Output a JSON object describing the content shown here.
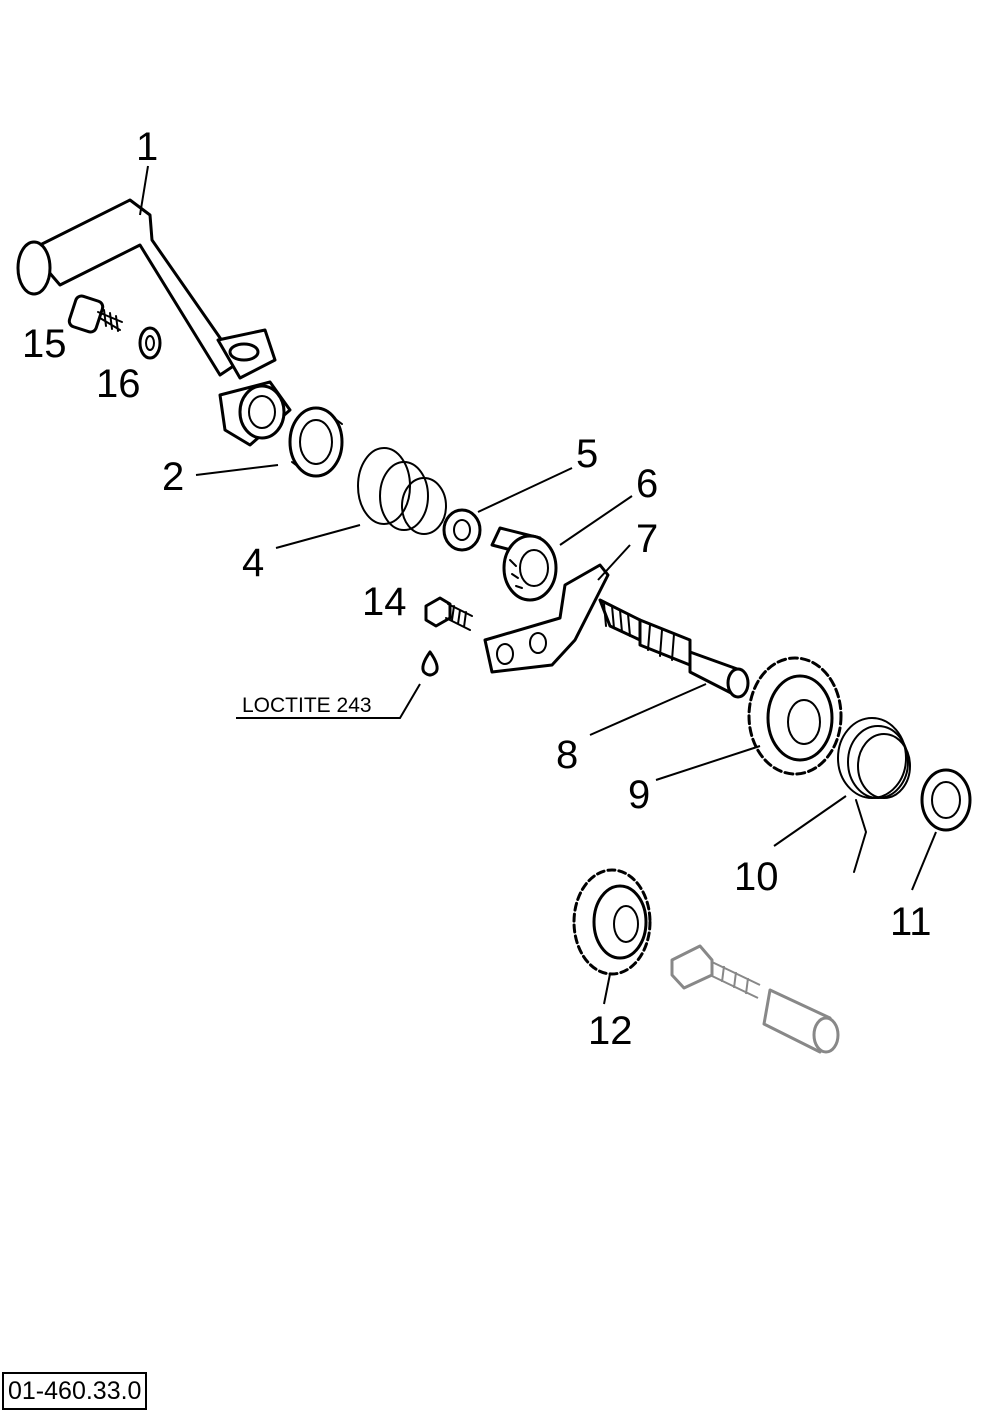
{
  "callouts": {
    "c1": "1",
    "c2": "2",
    "c4": "4",
    "c5": "5",
    "c6": "6",
    "c7": "7",
    "c8": "8",
    "c9": "9",
    "c10": "10",
    "c11": "11",
    "c12": "12",
    "c14": "14",
    "c15": "15",
    "c16": "16"
  },
  "note": "LOCTITE 243",
  "drawing_code": "01-460.33.0"
}
